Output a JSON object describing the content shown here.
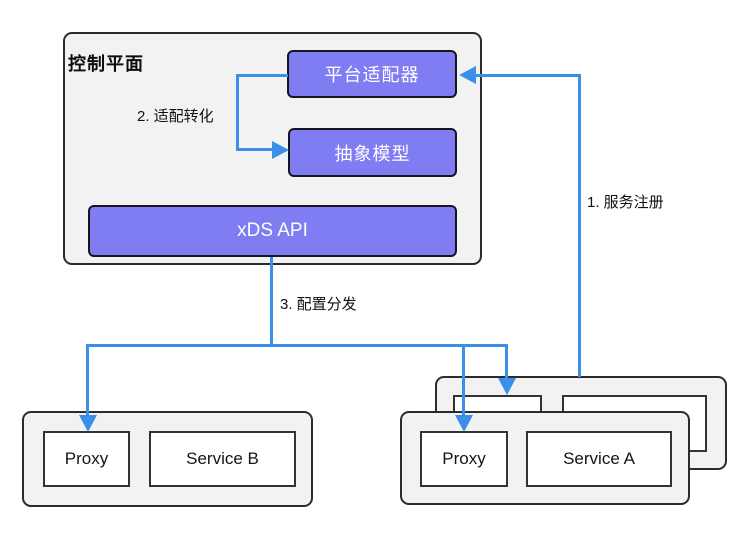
{
  "diagram": {
    "control_plane": {
      "title": "控制平面",
      "platform_adapter_label": "平台适配器",
      "abstract_model_label": "抽象模型",
      "xds_api_label": "xDS API"
    },
    "flow_labels": {
      "service_registration": "1. 服务注册",
      "adaptation_transform": "2. 适配转化",
      "config_distribution": "3. 配置分发"
    },
    "service_b_group": {
      "proxy_label": "Proxy",
      "service_label": "Service B"
    },
    "service_a_group": {
      "proxy_label": "Proxy",
      "service_label": "Service A"
    },
    "colors": {
      "accent_purple": "#807cf2",
      "arrow_blue": "#3a8fe8",
      "container_gray": "#f2f2f2",
      "border_dark": "#2b2b2b"
    }
  }
}
